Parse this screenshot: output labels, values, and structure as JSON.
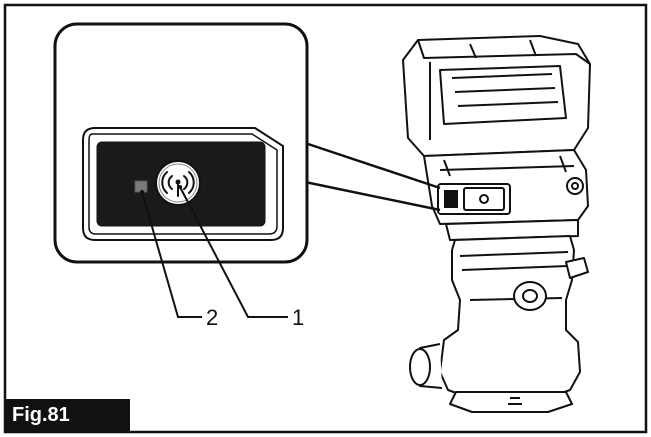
{
  "figure": {
    "label": "Fig.81",
    "callouts": [
      {
        "number": "1",
        "target": "wireless-activation-button"
      },
      {
        "number": "2",
        "target": "wireless-activation-lamp"
      }
    ]
  },
  "colors": {
    "line": "#111111",
    "panel_dark": "#1a1a1a",
    "label_bg": "#111111",
    "label_text": "#ffffff"
  },
  "icons": {
    "wireless": "wireless-signal-icon"
  }
}
